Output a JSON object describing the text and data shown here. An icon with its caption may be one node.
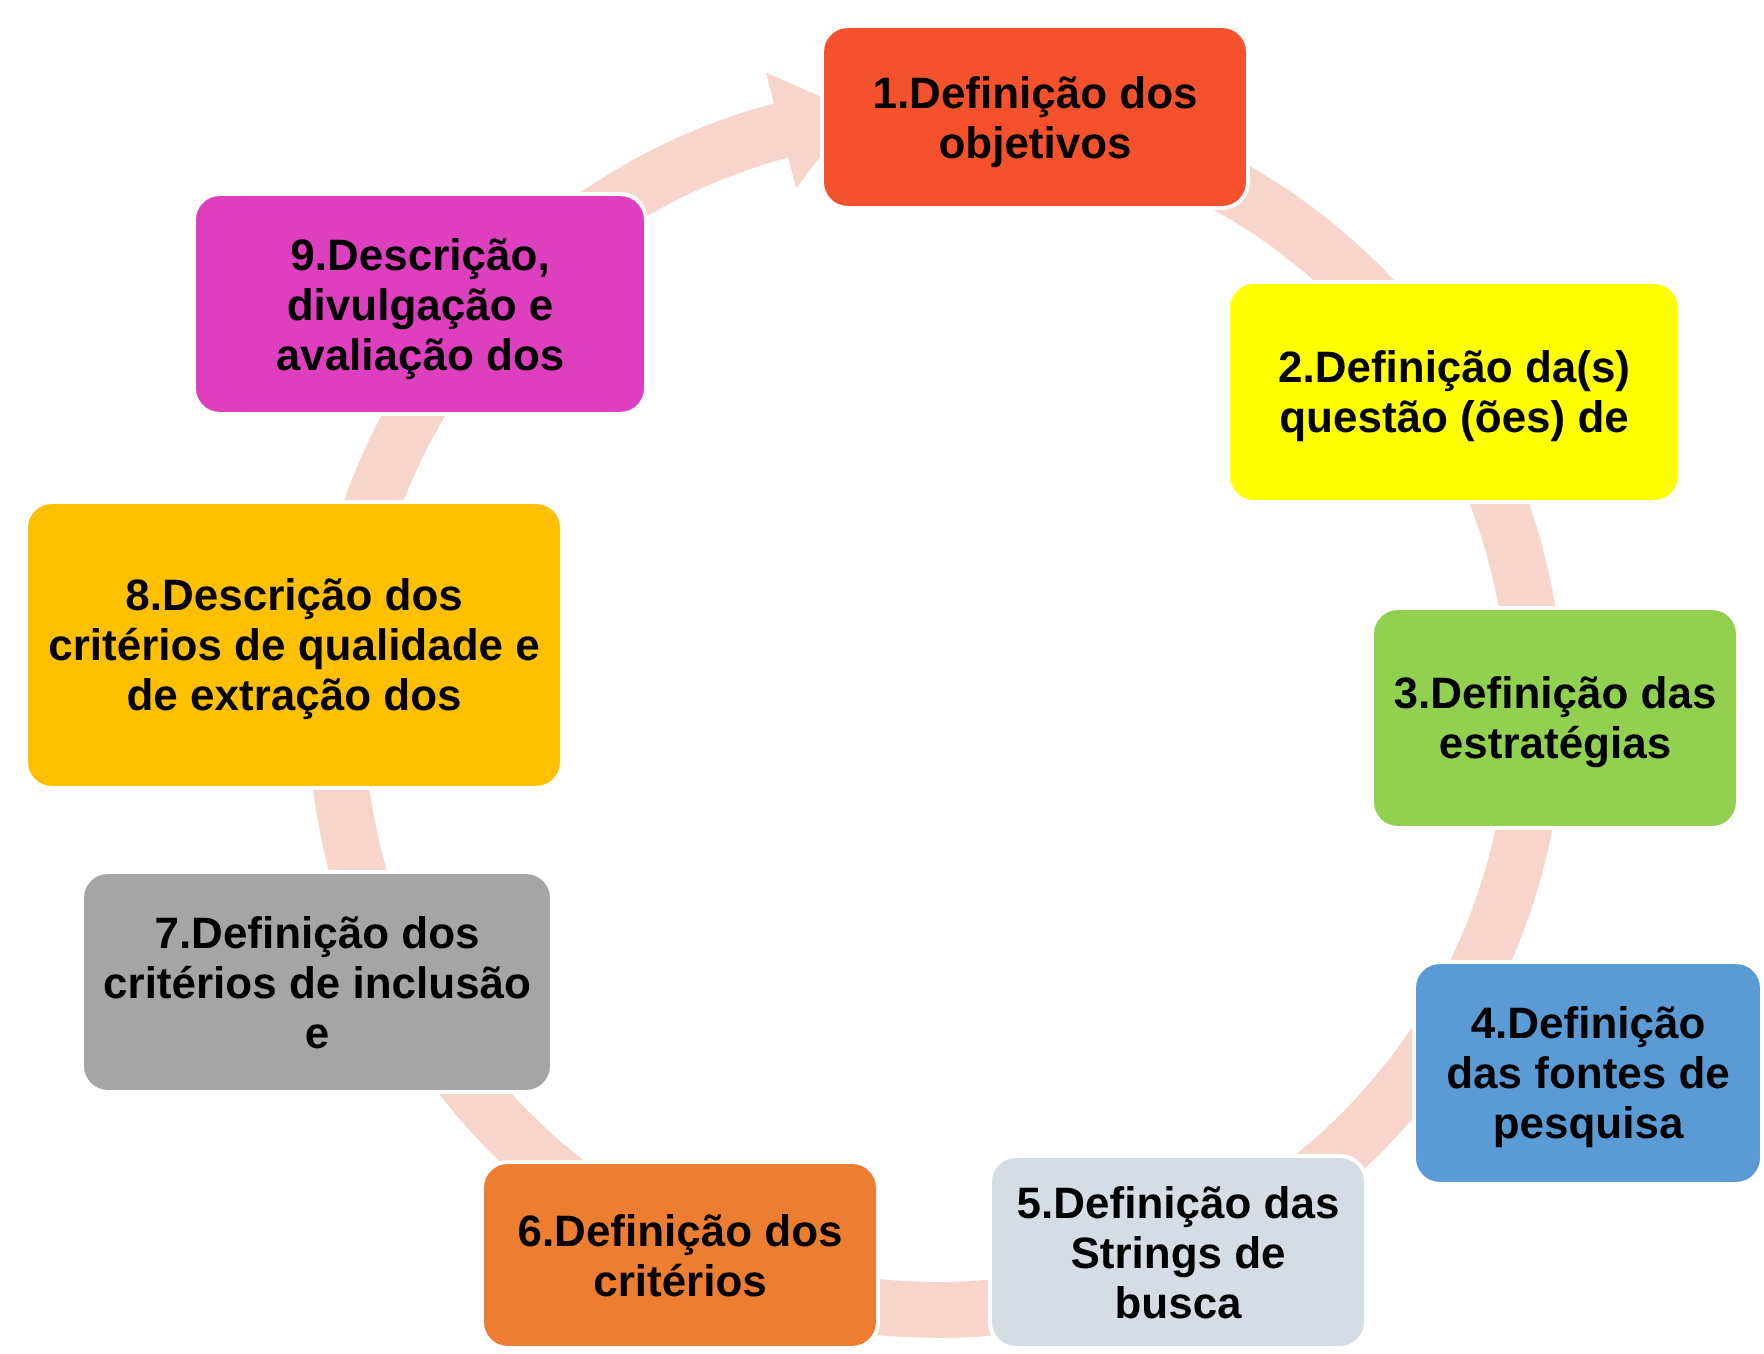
{
  "diagram": {
    "nodes": [
      {
        "text": [
          "1.Definição dos objetivos"
        ]
      },
      {
        "text": [
          "2.Definição da(s) questão (ões) de"
        ]
      },
      {
        "text": [
          "3.Definição das estratégias"
        ]
      },
      {
        "text": [
          "4.Definição das fontes de pesquisa"
        ]
      },
      {
        "text": [
          "5.Definição das Strings de busca"
        ]
      },
      {
        "text": [
          "6.Definição dos critérios"
        ]
      },
      {
        "text": [
          "7.Definição dos critérios de inclusão e"
        ]
      },
      {
        "text": [
          "8.Descrição dos critérios de qualidade e de extração dos"
        ]
      },
      {
        "text": [
          "9.Descrição, divulgação e avaliação dos"
        ]
      }
    ],
    "edges": [
      {
        "from": 0,
        "to": 1,
        "arrow": "none"
      },
      {
        "from": 1,
        "to": 2,
        "arrow": "none"
      },
      {
        "from": 2,
        "to": 3,
        "arrow": "none"
      },
      {
        "from": 3,
        "to": 4,
        "arrow": "none"
      },
      {
        "from": 4,
        "to": 5,
        "arrow": "none"
      },
      {
        "from": 5,
        "to": 6,
        "arrow": "none"
      },
      {
        "from": 6,
        "to": 7,
        "arrow": "none"
      },
      {
        "from": 7,
        "to": 8,
        "arrow": "none"
      },
      {
        "from": 8,
        "to": 0,
        "arrow": "to"
      }
    ]
  }
}
